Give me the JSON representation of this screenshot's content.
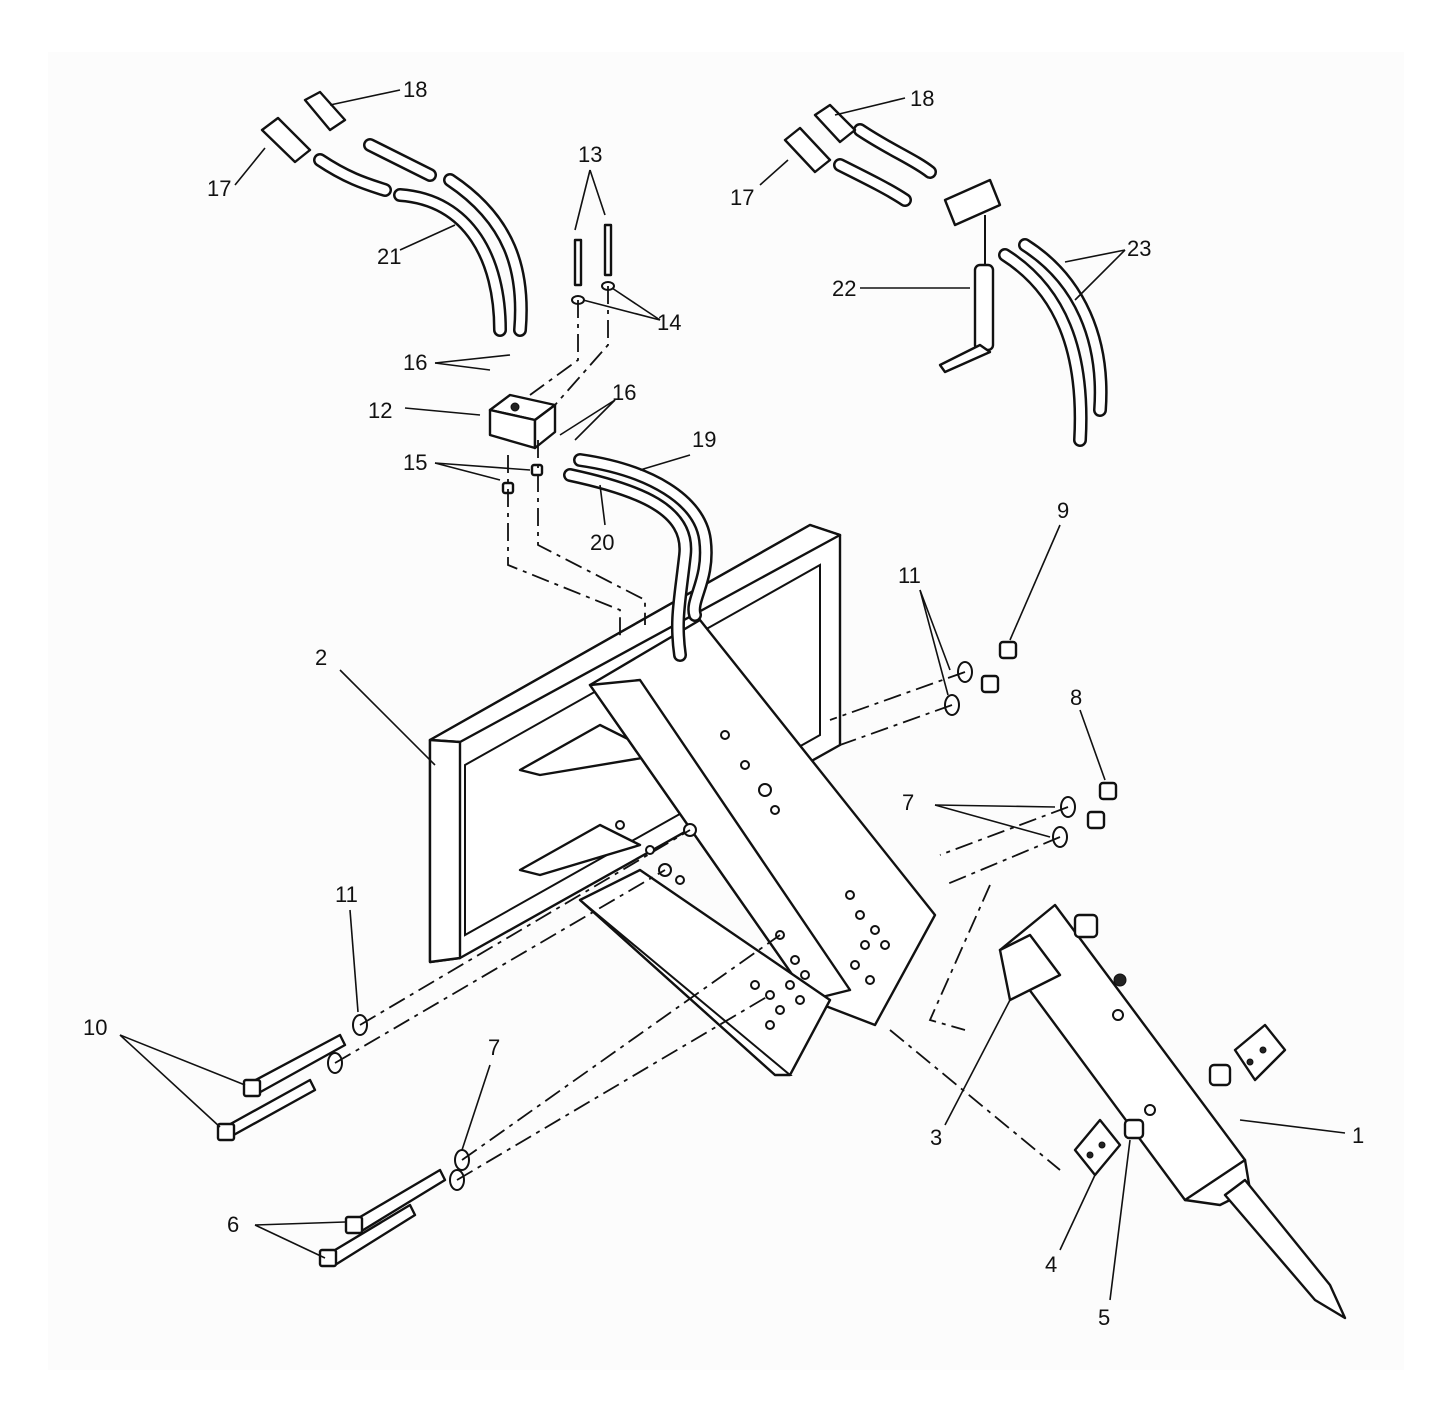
{
  "callouts": {
    "c1": "1",
    "c2": "2",
    "c3": "3",
    "c4": "4",
    "c5": "5",
    "c6": "6",
    "c7a": "7",
    "c7b": "7",
    "c8": "8",
    "c9": "9",
    "c10": "10",
    "c11a": "11",
    "c11b": "11",
    "c12": "12",
    "c13": "13",
    "c14": "14",
    "c15": "15",
    "c16a": "16",
    "c16b": "16",
    "c17a": "17",
    "c17b": "17",
    "c18a": "18",
    "c18b": "18",
    "c19": "19",
    "c20": "20",
    "c21": "21",
    "c22": "22",
    "c23": "23"
  },
  "colors": {
    "ink": "#111111",
    "paper": "#ffffff"
  }
}
